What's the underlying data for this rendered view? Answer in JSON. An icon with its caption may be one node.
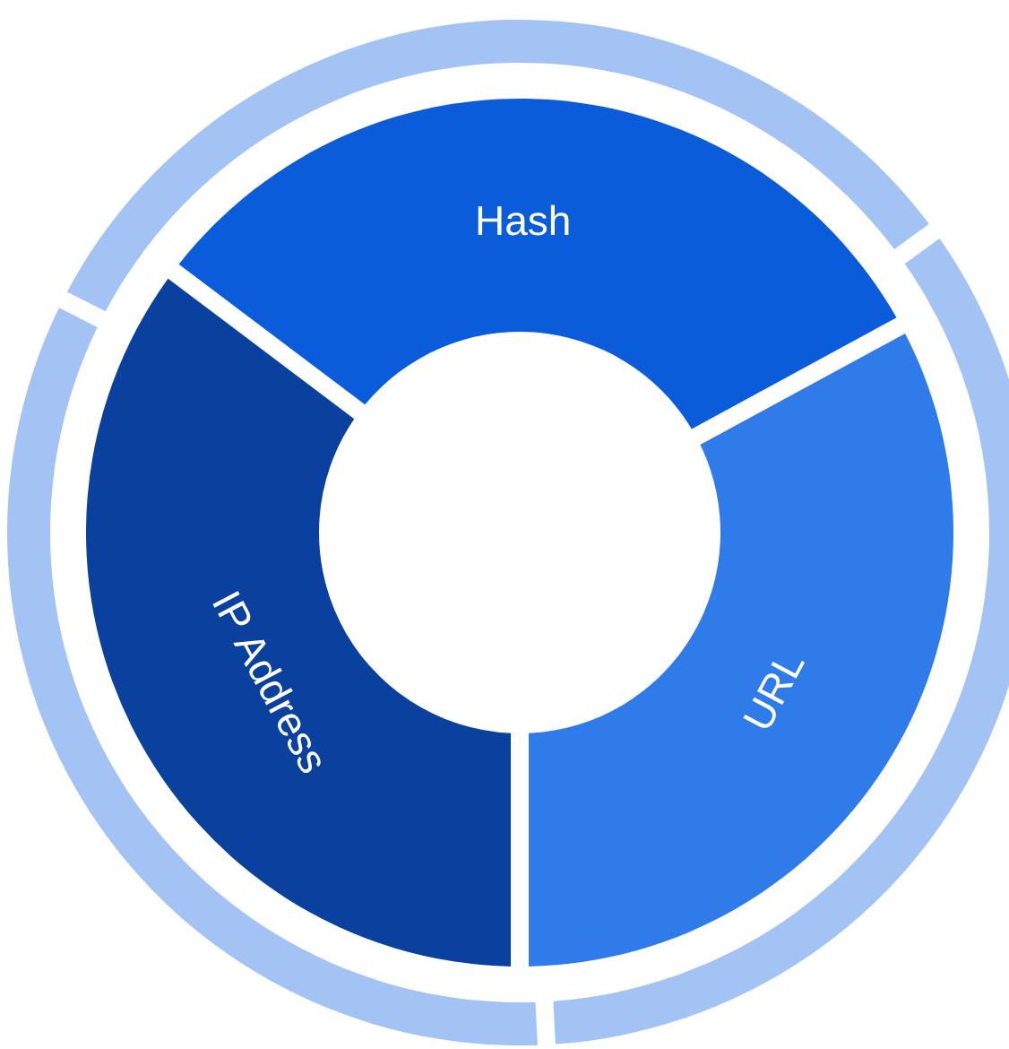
{
  "diagram": {
    "nodes": [
      {
        "text": [
          "Hash"
        ]
      },
      {
        "text": [
          "IP Address"
        ]
      },
      {
        "text": [
          "URL"
        ]
      }
    ]
  }
}
